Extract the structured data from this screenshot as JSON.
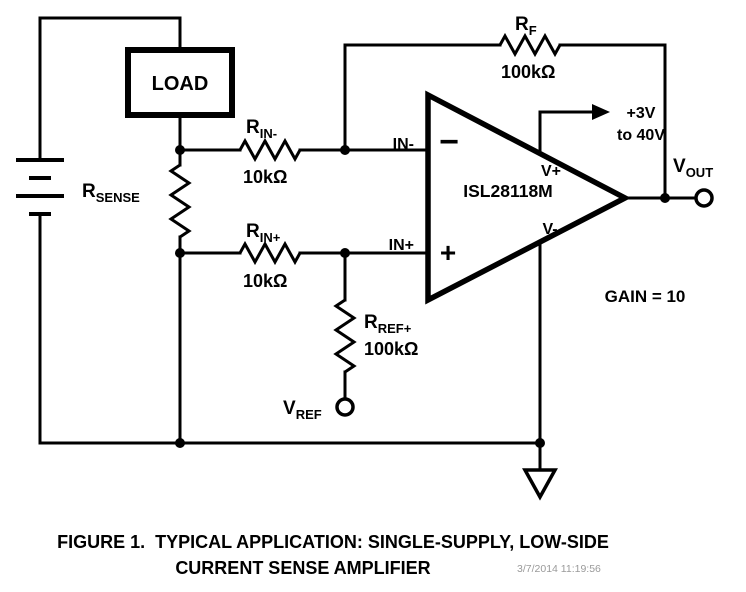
{
  "components": {
    "load": "LOAD",
    "r_sense": {
      "main": "R",
      "sub": "SENSE"
    },
    "r_in_minus": {
      "main": "R",
      "sub": "IN-",
      "value": "10kΩ"
    },
    "r_in_plus": {
      "main": "R",
      "sub": "IN+",
      "value": "10kΩ"
    },
    "r_f": {
      "main": "R",
      "sub": "F",
      "value": "100kΩ"
    },
    "r_ref": {
      "main": "R",
      "sub": "REF+",
      "value": "100kΩ"
    },
    "v_out": {
      "main": "V",
      "sub": "OUT"
    },
    "v_ref": {
      "main": "V",
      "sub": "REF"
    },
    "opamp": {
      "part": "ISL28118M",
      "pin_in_minus": "IN-",
      "pin_in_plus": "IN+",
      "sign_minus": "−",
      "sign_plus": "+",
      "pin_v_plus": "V+",
      "pin_v_minus": "V-"
    },
    "supply": {
      "line1": "+3V",
      "line2": "to 40V"
    },
    "gain": "GAIN = 10"
  },
  "caption": {
    "line1": "FIGURE 1.  TYPICAL APPLICATION: SINGLE-SUPPLY, LOW-SIDE",
    "line2": "CURRENT SENSE AMPLIFIER",
    "watermark": "3/7/2014 11:19:56"
  }
}
